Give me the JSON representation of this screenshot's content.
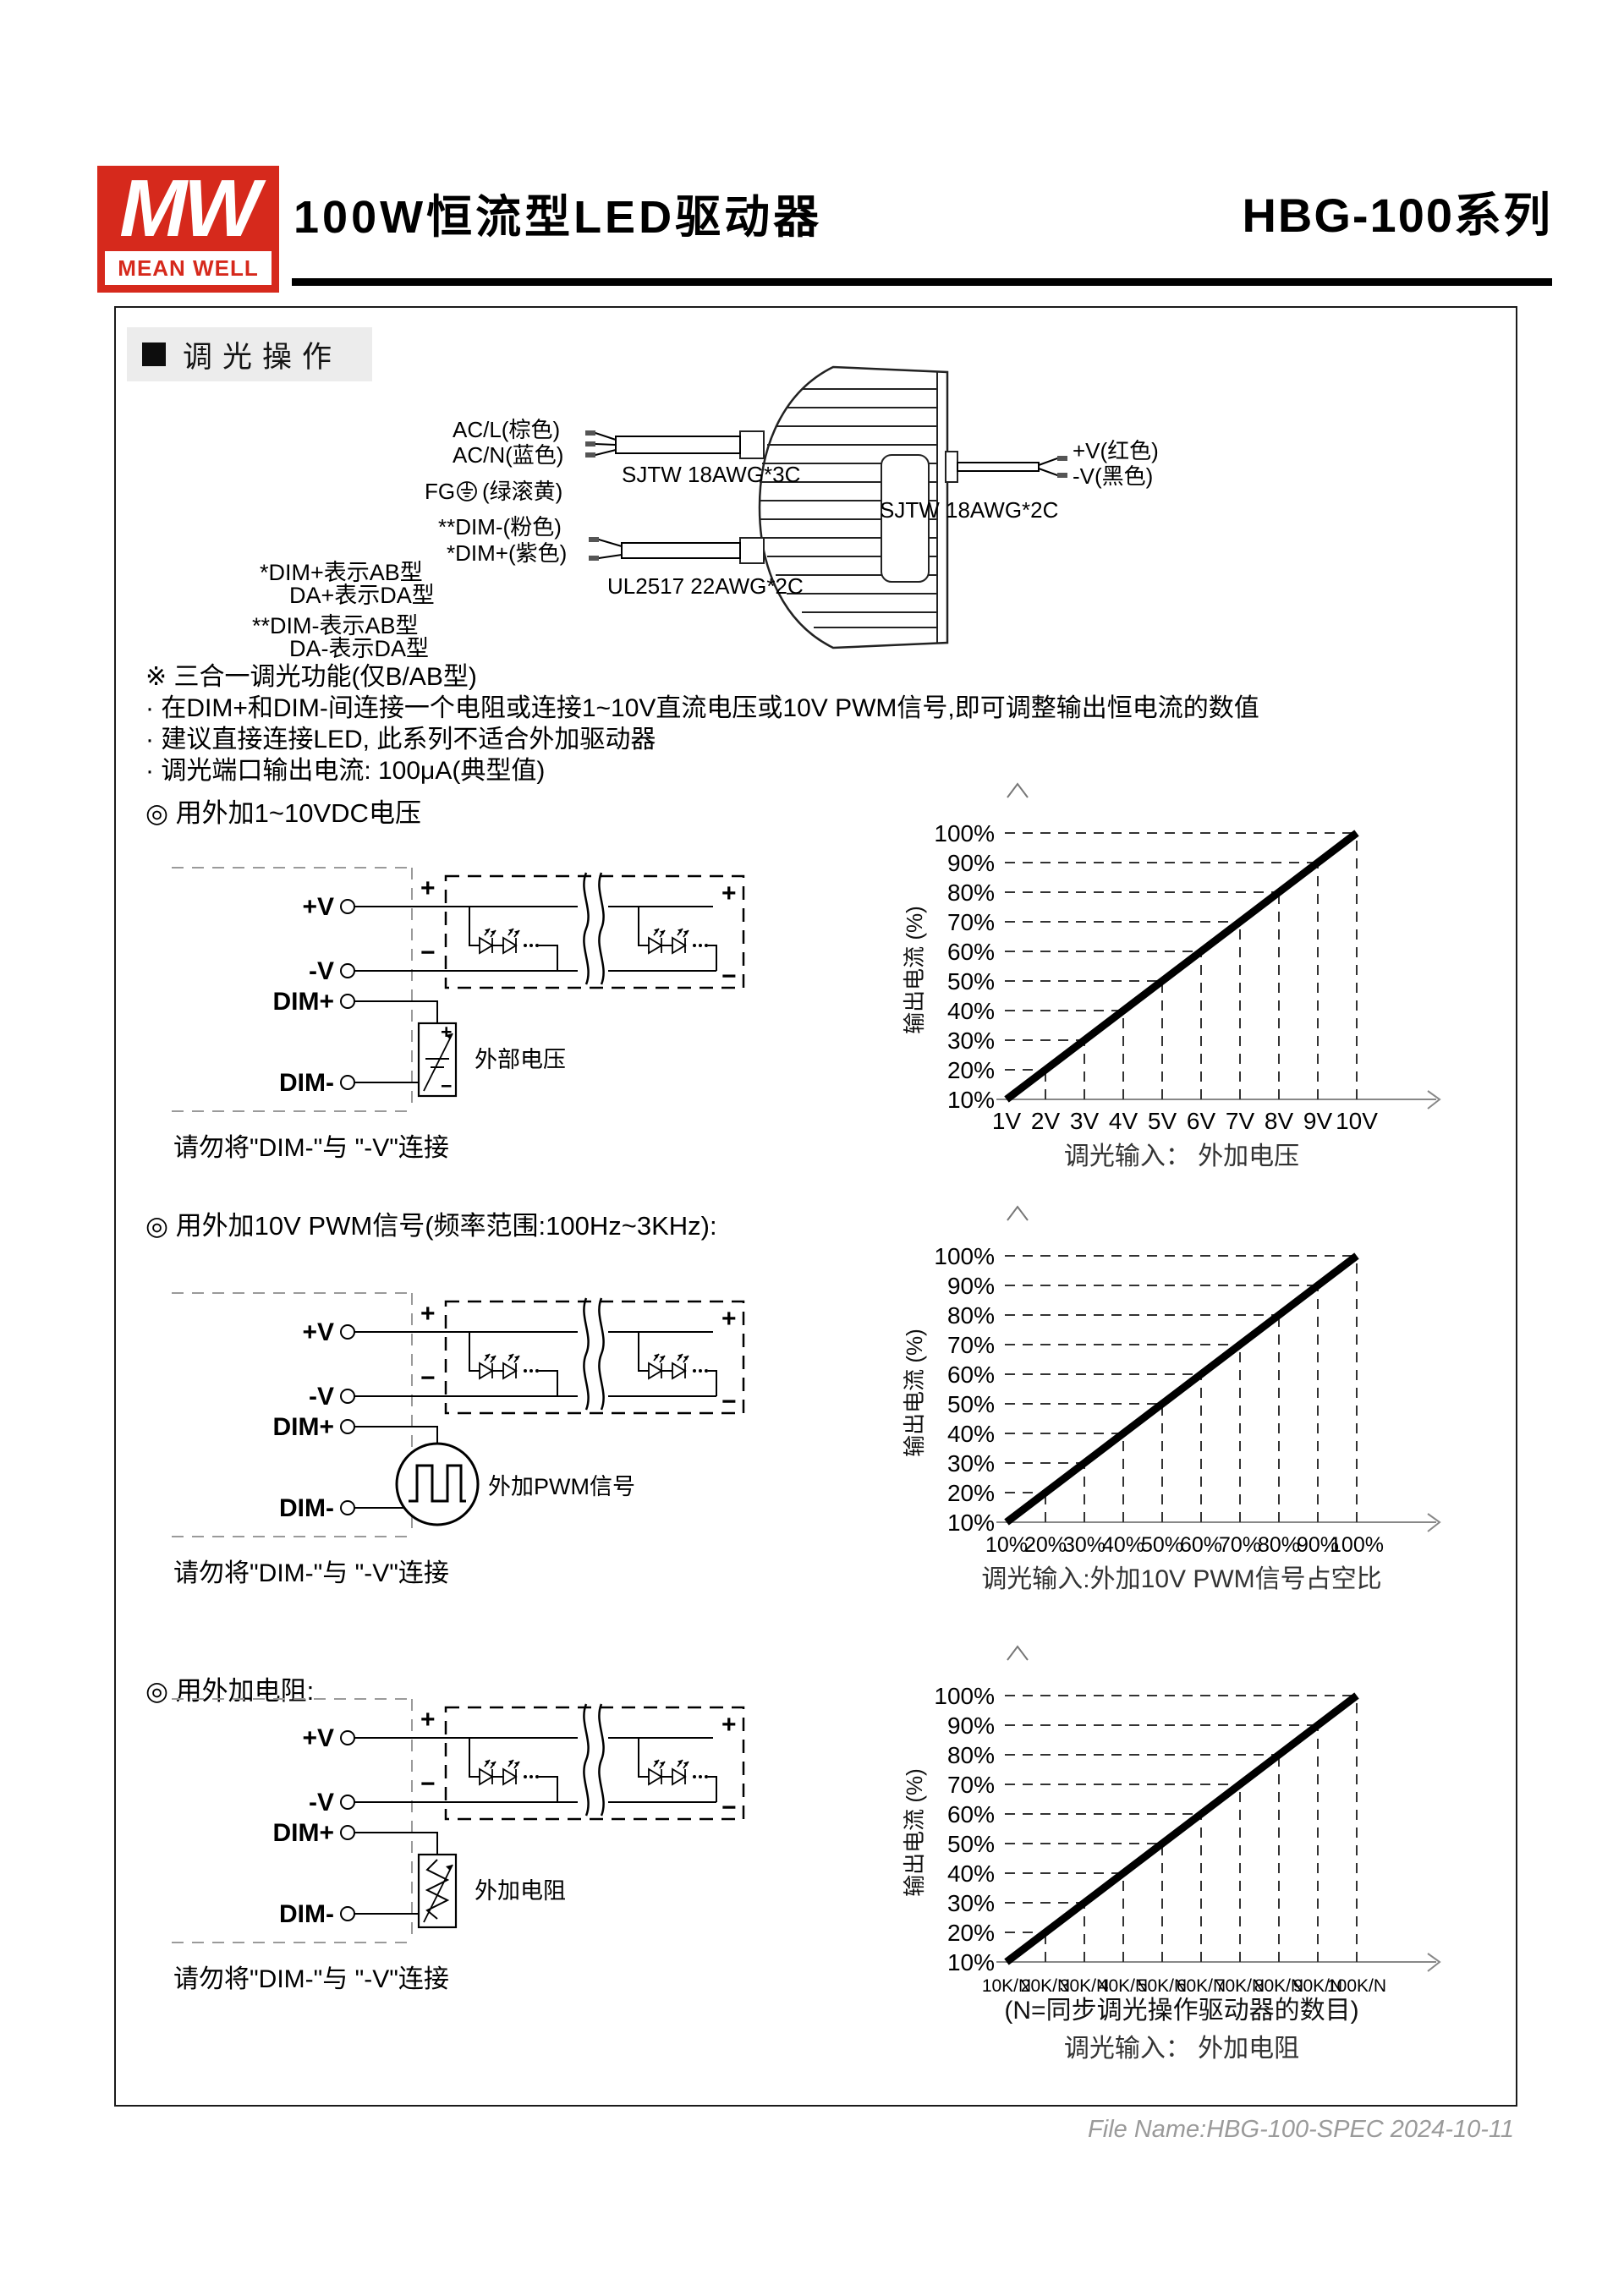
{
  "header": {
    "logo_mw": "MW",
    "logo_band": "MEAN WELL",
    "title": "100W恒流型LED驱动器",
    "series": "HBG-100系列"
  },
  "section_title": "调光操作",
  "wiring": {
    "ac_l": "AC/L(棕色)",
    "ac_n": "AC/N(蓝色)",
    "fg_prefix": "FG",
    "fg_color": "(绿滚黄)",
    "cable_ac": "SJTW 18AWG*3C",
    "dim_minus": "**DIM-(粉色)",
    "dim_plus": "*DIM+(紫色)",
    "cable_dim": "UL2517 22AWG*2C",
    "v_plus": "+V(红色)",
    "v_minus": "-V(黑色)",
    "cable_out": "SJTW 18AWG*2C",
    "notes": [
      "*DIM+表示AB型",
      "DA+表示DA型",
      "**DIM-表示AB型",
      "DA-表示DA型"
    ]
  },
  "features": {
    "heading": "※ 三合一调光功能(仅B/AB型)",
    "bullets": [
      "· 在DIM+和DIM-间连接一个电阻或连接1~10V直流电压或10V PWM信号,即可调整输出恒电流的数值",
      "· 建议直接连接LED, 此系列不适合外加驱动器",
      "· 调光端口输出电流: 100μA(典型值)"
    ]
  },
  "methods": [
    {
      "heading": "◎ 用外加1~10VDC电压",
      "source_label": "外部电压",
      "warning": "请勿将\"DIM-\"与 \"-V\"连接"
    },
    {
      "heading": "◎ 用外加10V PWM信号(频率范围:100Hz~3KHz):",
      "source_label": "外加PWM信号",
      "warning": "请勿将\"DIM-\"与 \"-V\"连接"
    },
    {
      "heading": "◎ 用外加电阻:",
      "source_label": "外加电阻",
      "warning": "请勿将\"DIM-\"与 \"-V\"连接"
    }
  ],
  "circuit_labels": {
    "v_plus": "+V",
    "v_minus": "-V",
    "dim_plus": "DIM+",
    "dim_minus": "DIM-",
    "plus": "+",
    "minus": "−"
  },
  "chart_data": [
    {
      "type": "line",
      "ylabel": "输出电流 (%)",
      "xlabel": "调光输入： 外加电压",
      "note": "",
      "x_tick_labels": [
        "1V",
        "2V",
        "3V",
        "4V",
        "5V",
        "6V",
        "7V",
        "8V",
        "9V",
        "10V"
      ],
      "y_tick_labels": [
        "10%",
        "20%",
        "30%",
        "40%",
        "50%",
        "60%",
        "70%",
        "80%",
        "90%",
        "100%"
      ],
      "x_volts": [
        1,
        2,
        3,
        4,
        5,
        6,
        7,
        8,
        9,
        10
      ],
      "y_percent": [
        10,
        20,
        30,
        40,
        50,
        60,
        70,
        80,
        90,
        100
      ],
      "ylim": [
        10,
        100
      ],
      "grid": "dashed"
    },
    {
      "type": "line",
      "ylabel": "输出电流 (%)",
      "xlabel": "调光输入:外加10V PWM信号占空比",
      "note": "",
      "x_tick_labels": [
        "10%",
        "20%",
        "30%",
        "40%",
        "50%",
        "60%",
        "70%",
        "80%",
        "90%",
        "100%"
      ],
      "y_tick_labels": [
        "10%",
        "20%",
        "30%",
        "40%",
        "50%",
        "60%",
        "70%",
        "80%",
        "90%",
        "100%"
      ],
      "x_duty_percent": [
        10,
        20,
        30,
        40,
        50,
        60,
        70,
        80,
        90,
        100
      ],
      "y_percent": [
        10,
        20,
        30,
        40,
        50,
        60,
        70,
        80,
        90,
        100
      ],
      "ylim": [
        10,
        100
      ],
      "grid": "dashed"
    },
    {
      "type": "line",
      "ylabel": "输出电流 (%)",
      "xlabel": "调光输入： 外加电阻",
      "note": "(N=同步调光操作驱动器的数目)",
      "x_tick_labels": [
        "10K/N",
        "20K/N",
        "30K/N",
        "40K/N",
        "50K/N",
        "60K/N",
        "70K/N",
        "80K/N",
        "90K/N",
        "100K/N"
      ],
      "y_tick_labels": [
        "10%",
        "20%",
        "30%",
        "40%",
        "50%",
        "60%",
        "70%",
        "80%",
        "90%",
        "100%"
      ],
      "x_resistance_kohm_per_N": [
        10,
        20,
        30,
        40,
        50,
        60,
        70,
        80,
        90,
        100
      ],
      "y_percent": [
        10,
        20,
        30,
        40,
        50,
        60,
        70,
        80,
        90,
        100
      ],
      "ylim": [
        10,
        100
      ],
      "grid": "dashed"
    }
  ],
  "footer": {
    "file_name": "File Name:HBG-100-SPEC  2024-10-11"
  }
}
